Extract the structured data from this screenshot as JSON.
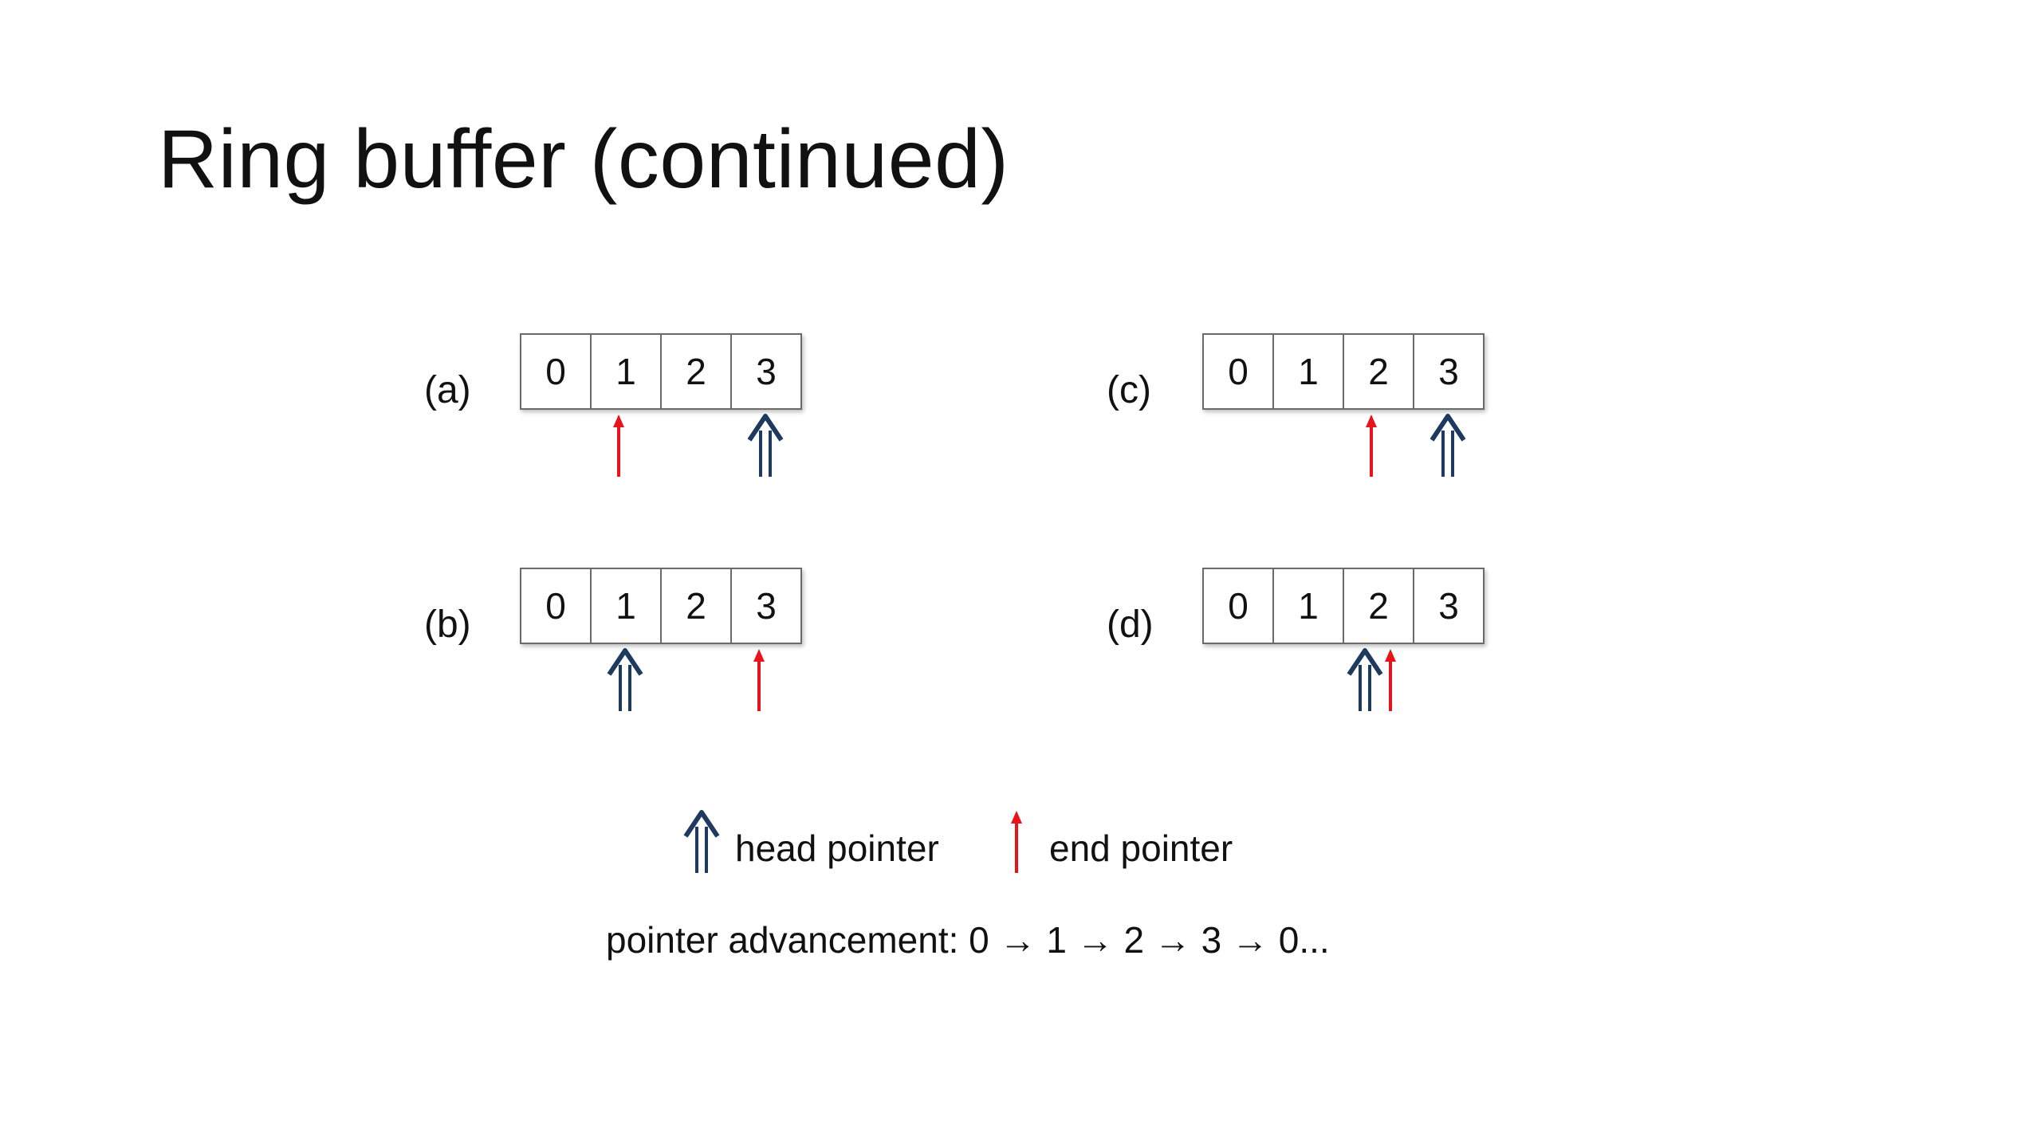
{
  "slide": {
    "title": "Ring buffer (continued)"
  },
  "colors": {
    "head_pointer": "#1f3a60",
    "end_pointer": "#e8141b",
    "cell_border": "#6a6a6a"
  },
  "panels": [
    {
      "id": "a",
      "label": "(a)",
      "cells": [
        "0",
        "1",
        "2",
        "3"
      ],
      "head_index": 3,
      "end_index": 1
    },
    {
      "id": "b",
      "label": "(b)",
      "cells": [
        "0",
        "1",
        "2",
        "3"
      ],
      "head_index": 1,
      "end_index": 3
    },
    {
      "id": "c",
      "label": "(c)",
      "cells": [
        "0",
        "1",
        "2",
        "3"
      ],
      "head_index": 3,
      "end_index": 2
    },
    {
      "id": "d",
      "label": "(d)",
      "cells": [
        "0",
        "1",
        "2",
        "3"
      ],
      "head_index": 2,
      "end_index": 2
    }
  ],
  "legend": {
    "head_label": "head pointer",
    "end_label": "end pointer",
    "head_icon": "double-line-up-arrow-icon",
    "end_icon": "thin-red-up-arrow-icon"
  },
  "advancement": {
    "text": "pointer advancement: 0 → 1 → 2 → 3 → 0..."
  }
}
